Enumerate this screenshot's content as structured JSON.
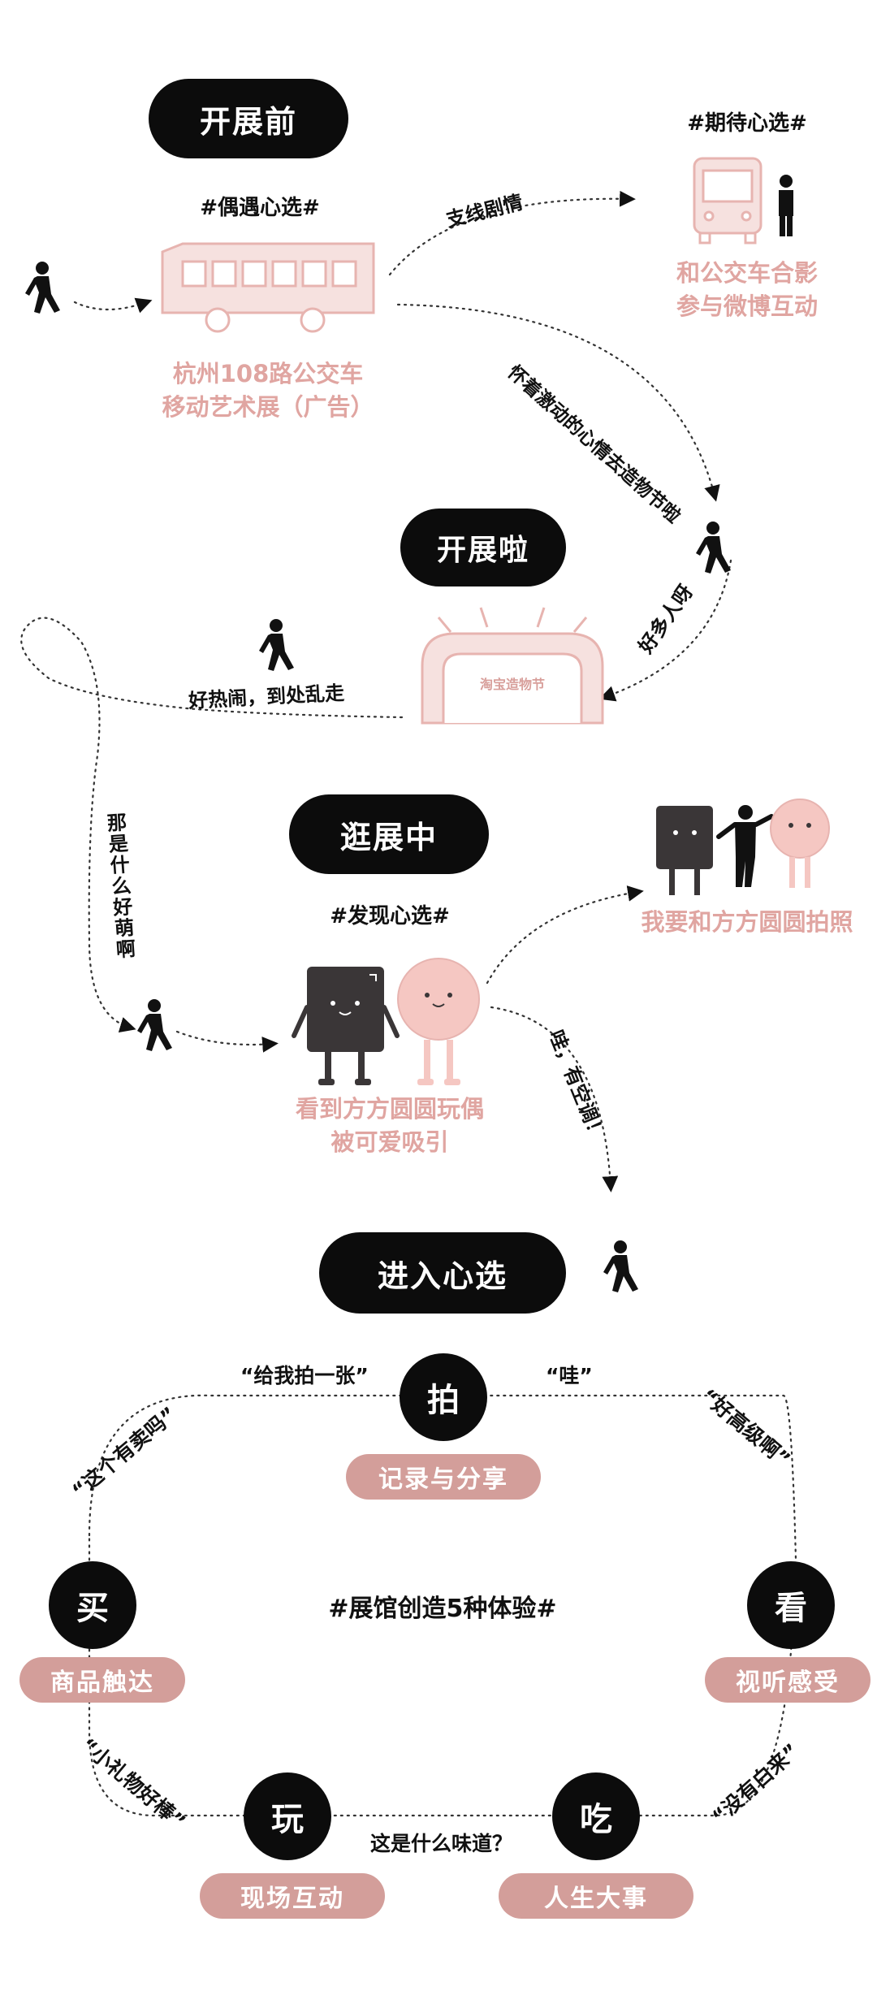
{
  "phases": {
    "before": "开展前",
    "opening": "开展啦",
    "browsing": "逛展中",
    "enter": "进入心选"
  },
  "before": {
    "tag_left": "#偶遇心选#",
    "tag_right": "#期待心选#",
    "bus_caption_line1": "杭州108路公交车",
    "bus_caption_line2": "移动艺术展（广告）",
    "photo_caption_line1": "和公交车合影",
    "photo_caption_line2": "参与微博互动",
    "path_side_story": "支线剧情",
    "path_excited": "怀着激动的心情去造物节啦"
  },
  "opening": {
    "venue_label": "淘宝造物节",
    "path_many_people": "好多人呀",
    "path_lively": "好热闹，到处乱走",
    "path_cute": "那是什么好萌啊"
  },
  "browsing": {
    "tag": "#发现心选#",
    "caption_line1": "看到方方圆圆玩偶",
    "caption_line2": "被可爱吸引",
    "photo_caption": "我要和方方圆圆拍照",
    "path_ac": "哇，有空调！"
  },
  "experience": {
    "center_tag": "#展馆创造5种体验#",
    "items": [
      {
        "char": "拍",
        "label": "记录与分享"
      },
      {
        "char": "看",
        "label": "视听感受"
      },
      {
        "char": "吃",
        "label": "人生大事"
      },
      {
        "char": "玩",
        "label": "现场互动"
      },
      {
        "char": "买",
        "label": "商品触达"
      }
    ],
    "quotes": {
      "take_photo": "“给我拍一张”",
      "wow": "“哇”",
      "classy": "“好高级啊”",
      "is_it_sold": "“这个有卖吗”",
      "not_wasted": "“没有白来”",
      "small_gift": "“小礼物好棒”",
      "what_taste": "这是什么味道？"
    }
  },
  "colors": {
    "pink": "#e0a5a1",
    "pill_pink": "#d39e9a",
    "black": "#0c0c0c"
  }
}
